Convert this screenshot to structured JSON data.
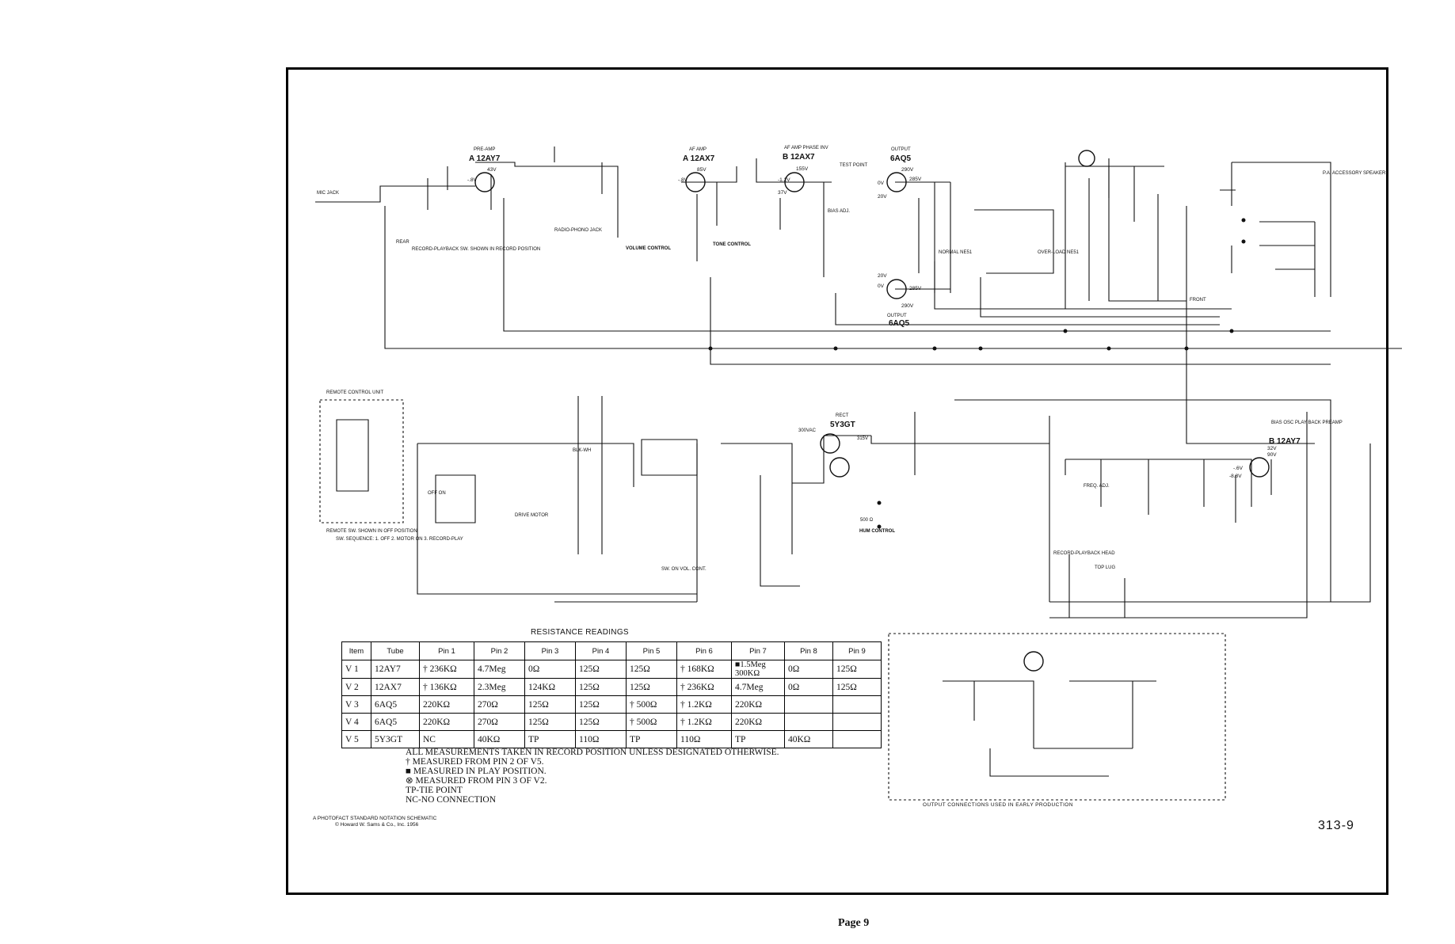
{
  "tubes": [
    {
      "id": "V1",
      "type": "A 12AY7",
      "role": "PRE-AMP"
    },
    {
      "id": "V2",
      "type": "A 12AX7",
      "role": "AF AMP"
    },
    {
      "id": "V2b",
      "type": "B 12AX7",
      "role": "AF AMP PHASE INV"
    },
    {
      "id": "V3",
      "type": "6AQ5",
      "role": "OUTPUT"
    },
    {
      "id": "V4",
      "type": "6AQ5",
      "role": "OUTPUT"
    },
    {
      "id": "V5",
      "type": "5Y3GT",
      "role": "RECT"
    },
    {
      "id": "V1b",
      "type": "B 12AY7",
      "role": "BIAS OSC PLAY BACK PREAMP"
    }
  ],
  "labels": {
    "mic_jack": "MIC JACK",
    "rear": "REAR",
    "record_playback": "RECORD-PLAYBACK SW. SHOWN IN RECORD POSITION",
    "radio_phono": "RADIO-PHONO JACK",
    "volume": "VOLUME CONTROL",
    "tone": "TONE CONTROL",
    "test_point": "TEST POINT",
    "bias_adj": "BIAS ADJ.",
    "normal": "NORMAL NE51",
    "overload": "OVER-LOAD NE51",
    "pa": "P.A. ACCESSORY SPEAKERS",
    "front": "FRONT",
    "remote_unit": "REMOTE CONTROL UNIT",
    "remote_sw": "REMOTE SW. SHOWN IN OFF POSITION",
    "sw_seq": "SW. SEQUENCE: 1. OFF 2. MOTOR ON 3. RECORD-PLAY",
    "drive_motor": "DRIVE MOTOR",
    "off_on": "OFF ON",
    "hum": "HUM CONTROL",
    "sw_on_vol": "SW. ON VOL. CONT.",
    "freq_adj": "FREQ. ADJ.",
    "rec_head": "RECORD-PLAYBACK HEAD",
    "top_lug": "TOP LUG",
    "blk_wh": "BLK-WH",
    "v300": "300VAC",
    "v315": "315V",
    "ohm500": "500 Ω"
  },
  "voltages": [
    "43V",
    "-.8V",
    "85V",
    "-.8V",
    "155V",
    "-1.2V",
    "37V",
    "290V",
    "285V",
    "0V",
    "20V",
    "20V",
    "0V",
    "290V",
    "285V",
    "-.6V",
    "-8.8V",
    "32V",
    "90V"
  ],
  "resistance_readings": {
    "title": "RESISTANCE READINGS",
    "headers": [
      "Item",
      "Tube",
      "Pin 1",
      "Pin 2",
      "Pin 3",
      "Pin 4",
      "Pin 5",
      "Pin 6",
      "Pin 7",
      "Pin 8",
      "Pin 9"
    ],
    "rows": [
      [
        "V 1",
        "12AY7",
        "† 236KΩ",
        "4.7Meg",
        "0Ω",
        "125Ω",
        "125Ω",
        "† 168KΩ",
        "■1.5Meg 300KΩ",
        "0Ω",
        "125Ω"
      ],
      [
        "V 2",
        "12AX7",
        "† 136KΩ",
        "2.3Meg",
        "124KΩ",
        "125Ω",
        "125Ω",
        "† 236KΩ",
        "4.7Meg",
        "0Ω",
        "125Ω"
      ],
      [
        "V 3",
        "6AQ5",
        "220KΩ",
        "270Ω",
        "125Ω",
        "125Ω",
        "† 500Ω",
        "† 1.2KΩ",
        "220KΩ",
        "",
        ""
      ],
      [
        "V 4",
        "6AQ5",
        "220KΩ",
        "270Ω",
        "125Ω",
        "125Ω",
        "† 500Ω",
        "† 1.2KΩ",
        "220KΩ",
        "",
        ""
      ],
      [
        "V 5",
        "5Y3GT",
        "NC",
        "40KΩ",
        "TP",
        "110Ω",
        "TP",
        "110Ω",
        "TP",
        "40KΩ",
        ""
      ]
    ]
  },
  "notes": [
    "ALL MEASUREMENTS TAKEN IN RECORD POSITION UNLESS DESIGNATED OTHERWISE.",
    "† MEASURED FROM PIN 2 OF V5.",
    "■ MEASURED IN PLAY POSITION.",
    "⊗ MEASURED FROM PIN 3 OF V2.",
    "TP-TIE POINT",
    "NC-NO CONNECTION"
  ],
  "footer_left": [
    "A PHOTOFACT STANDARD NOTATION SCHEMATIC",
    "© Howard W. Sams & Co., Inc. 1956"
  ],
  "early_caption": "OUTPUT CONNECTIONS USED IN EARLY PRODUCTION",
  "sheet_number": "313-9",
  "page_label": "Page 9"
}
